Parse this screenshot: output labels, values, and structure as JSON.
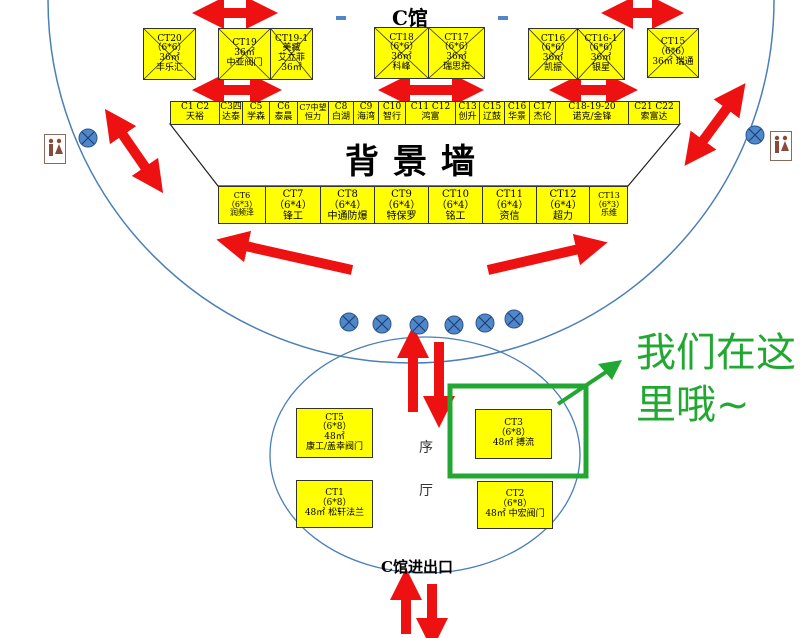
{
  "hall": {
    "title": "C馆",
    "background_wall": "背景墙"
  },
  "lobby": {
    "label_top": "序",
    "label_bottom": "厅",
    "entrance": "C馆进出口"
  },
  "annotation": {
    "line1": "我们在这",
    "line2": "里哦~",
    "color": "#22a832"
  },
  "colors": {
    "booth": "#ffff00",
    "arrow": "#ee1111",
    "column": "#4f87c9",
    "hall_line": "#4a7fb8"
  },
  "top_booths": [
    {
      "id": "ct20",
      "lines": [
        "CT20",
        "（6*6）",
        "36㎡",
        "丰乐汇"
      ]
    },
    {
      "id": "ct19",
      "lines": [
        "CT19",
        "36㎡",
        "中亚阀门"
      ]
    },
    {
      "id": "ct19-1",
      "lines": [
        "CT19-1",
        "美臧",
        "艾立菲",
        "36㎡"
      ]
    },
    {
      "id": "ct18",
      "lines": [
        "CT18",
        "（6*6）",
        "36㎡",
        "科峰"
      ]
    },
    {
      "id": "ct17",
      "lines": [
        "CT17",
        "（6*6）",
        "36㎡",
        "瑞思拓"
      ]
    },
    {
      "id": "ct16",
      "lines": [
        "CT16",
        "（6*6）",
        "36㎡",
        "凯振"
      ]
    },
    {
      "id": "ct16-1",
      "lines": [
        "CT16-1",
        "（6*6）",
        "36㎡",
        "银星"
      ]
    },
    {
      "id": "ct15",
      "lines": [
        "CT15",
        "（6*6）",
        "36㎡ 瑞通"
      ]
    }
  ],
  "upper_strip": [
    {
      "code": "C1  C2",
      "name": "天裕"
    },
    {
      "code": "C3四",
      "name": "达泰"
    },
    {
      "code": "C5",
      "name": "学森"
    },
    {
      "code": "C6",
      "name": "泰晨"
    },
    {
      "code": "C7中望",
      "name": "恒力"
    },
    {
      "code": "C8",
      "name": "白湖"
    },
    {
      "code": "C9",
      "name": "海湾"
    },
    {
      "code": "C10",
      "name": "智行"
    },
    {
      "code": "C11  C12",
      "name": "鸿富"
    },
    {
      "code": "C13",
      "name": "创升"
    },
    {
      "code": "C15",
      "name": "辽鼓"
    },
    {
      "code": "C16",
      "name": "华景"
    },
    {
      "code": "C17",
      "name": "杰伦"
    },
    {
      "code": "C18-19-20",
      "name": "诺克/金锋"
    },
    {
      "code": "C21  C22",
      "name": "索富达"
    }
  ],
  "lower_strip": [
    {
      "code": "CT6",
      "size": "（6*3）",
      "name": "润频泽"
    },
    {
      "code": "CT7",
      "size": "（6*4）",
      "name": "锋工"
    },
    {
      "code": "CT8",
      "size": "（6*4）",
      "name": "中通防爆"
    },
    {
      "code": "CT9",
      "size": "（6*4）",
      "name": "特保罗"
    },
    {
      "code": "CT10",
      "size": "（6*4）",
      "name": "铭工"
    },
    {
      "code": "CT11",
      "size": "（6*4）",
      "name": "资信"
    },
    {
      "code": "CT12",
      "size": "（6*4）",
      "name": "超力"
    },
    {
      "code": "CT13",
      "size": "（6*3）",
      "name": "乐维"
    }
  ],
  "lobby_booths": [
    {
      "id": "ct5",
      "lines": [
        "CT5",
        "（6*8）",
        "48㎡",
        "康工/盖幸阀门"
      ]
    },
    {
      "id": "ct3",
      "lines": [
        "CT3",
        "（6*8）",
        "48㎡ 搏流"
      ]
    },
    {
      "id": "ct1",
      "lines": [
        "CT1",
        "（6*8）",
        "48㎡ 松轩法兰"
      ]
    },
    {
      "id": "ct2",
      "lines": [
        "CT2",
        "（6*8）",
        "48㎡ 中宏阀门"
      ]
    }
  ]
}
